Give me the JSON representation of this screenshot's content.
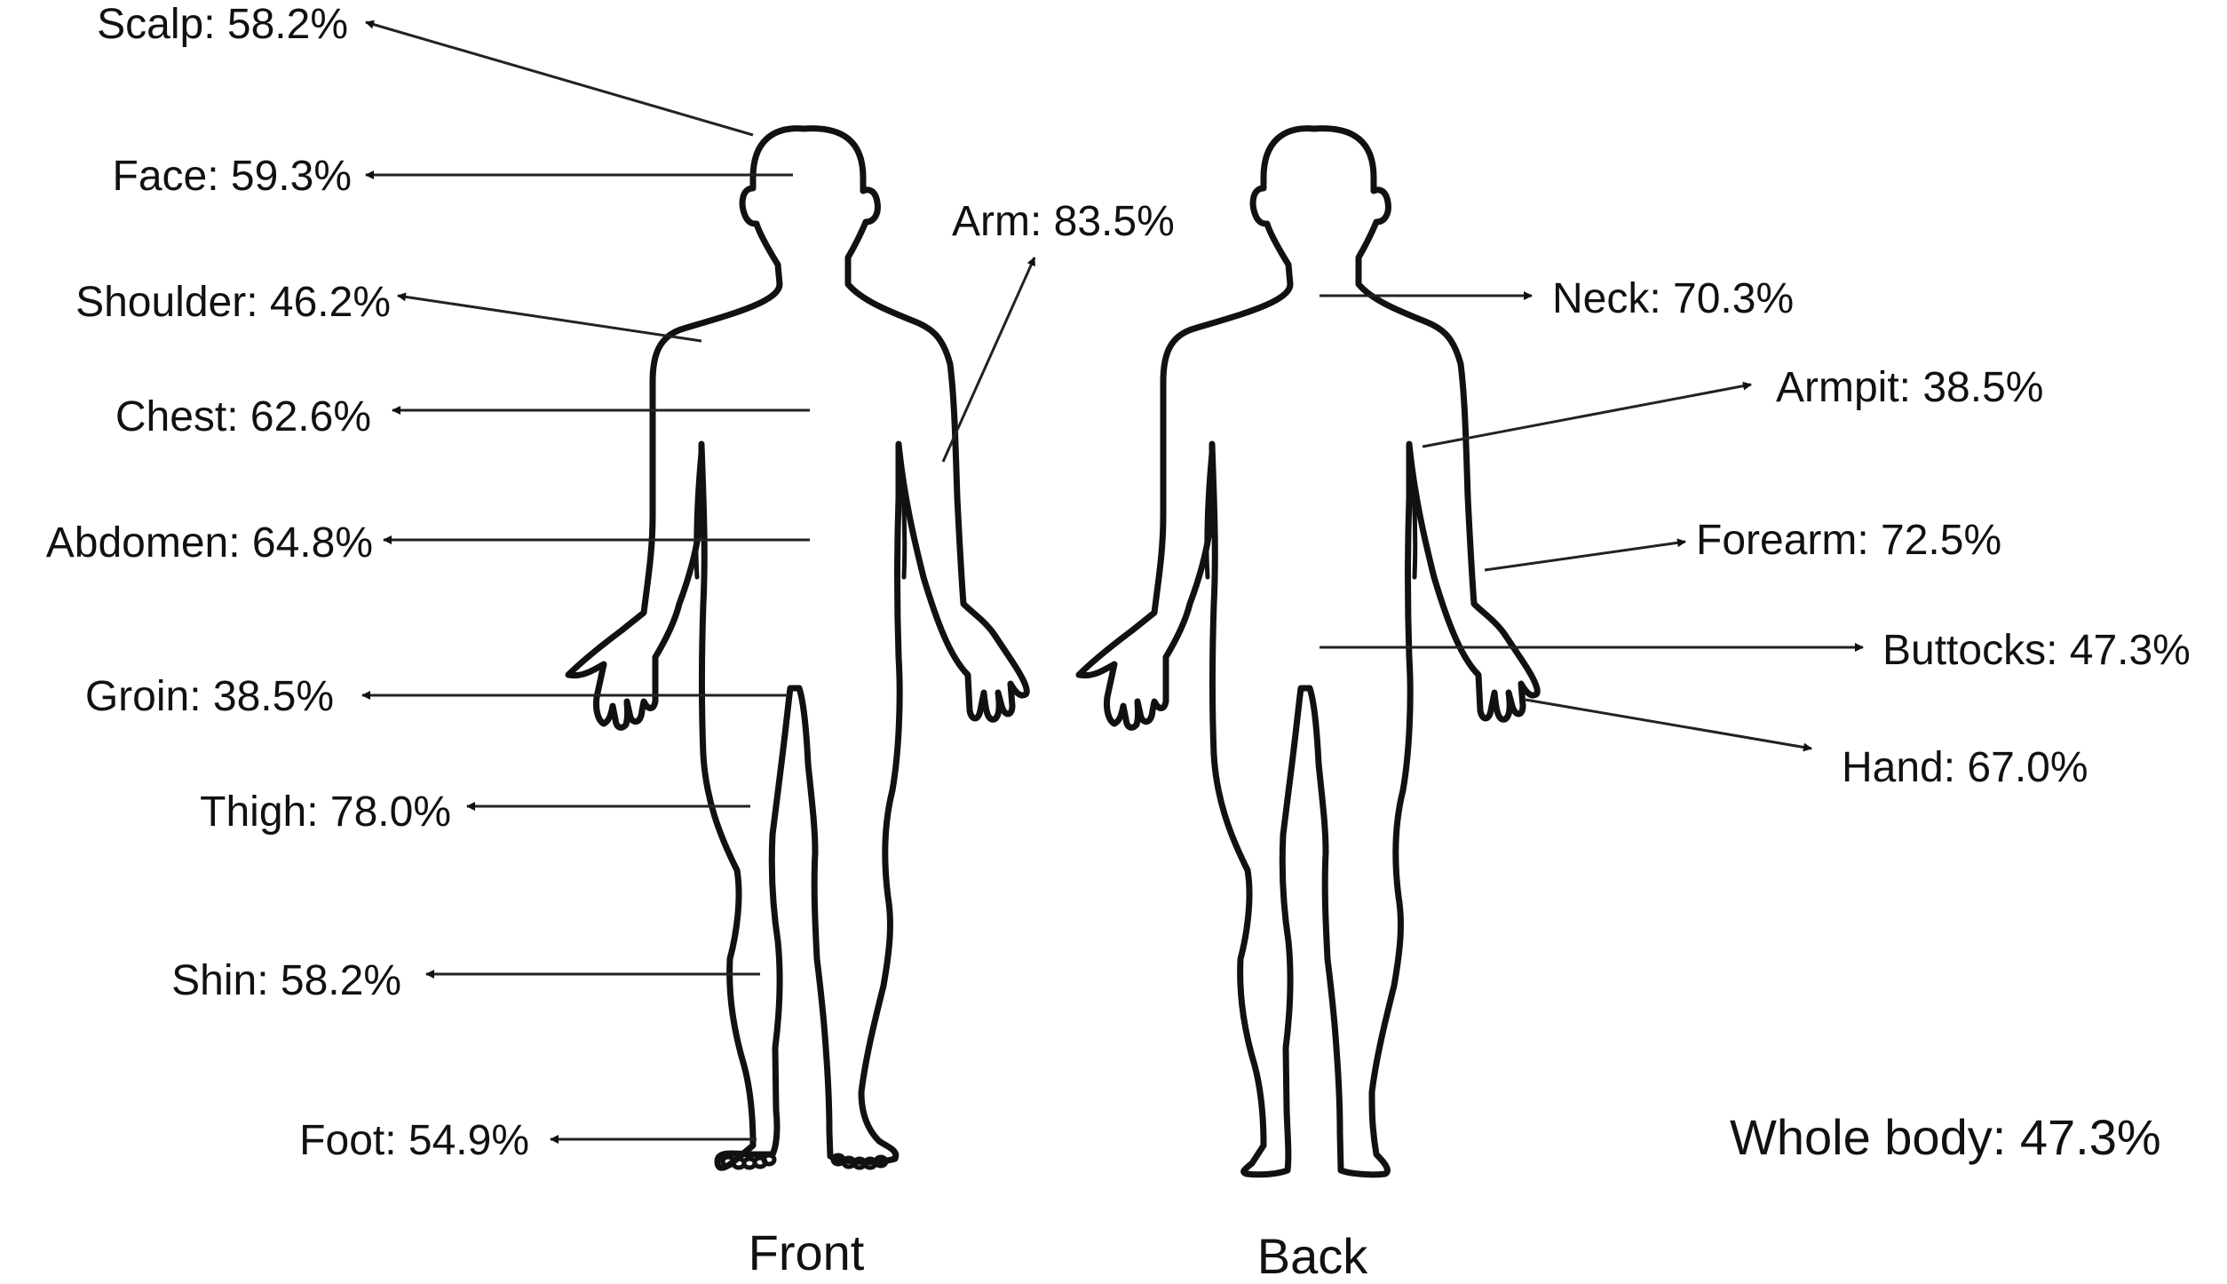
{
  "diagram": {
    "front_caption": "Front",
    "back_caption": "Back",
    "whole_body": "Whole body: 47.3%",
    "front_labels": [
      {
        "id": "scalp",
        "text": "Scalp: 58.2%"
      },
      {
        "id": "face",
        "text": "Face: 59.3%"
      },
      {
        "id": "shoulder",
        "text": "Shoulder: 46.2%"
      },
      {
        "id": "chest",
        "text": "Chest: 62.6%"
      },
      {
        "id": "abdomen",
        "text": "Abdomen: 64.8%"
      },
      {
        "id": "groin",
        "text": "Groin: 38.5%"
      },
      {
        "id": "thigh",
        "text": "Thigh: 78.0%"
      },
      {
        "id": "shin",
        "text": "Shin: 58.2%"
      },
      {
        "id": "foot",
        "text": "Foot: 54.9%"
      },
      {
        "id": "arm",
        "text": "Arm: 83.5%"
      }
    ],
    "back_labels": [
      {
        "id": "neck",
        "text": "Neck: 70.3%"
      },
      {
        "id": "armpit",
        "text": "Armpit: 38.5%"
      },
      {
        "id": "forearm",
        "text": "Forearm: 72.5%"
      },
      {
        "id": "buttocks",
        "text": "Buttocks: 47.3%"
      },
      {
        "id": "hand",
        "text": "Hand: 67.0%"
      }
    ]
  }
}
